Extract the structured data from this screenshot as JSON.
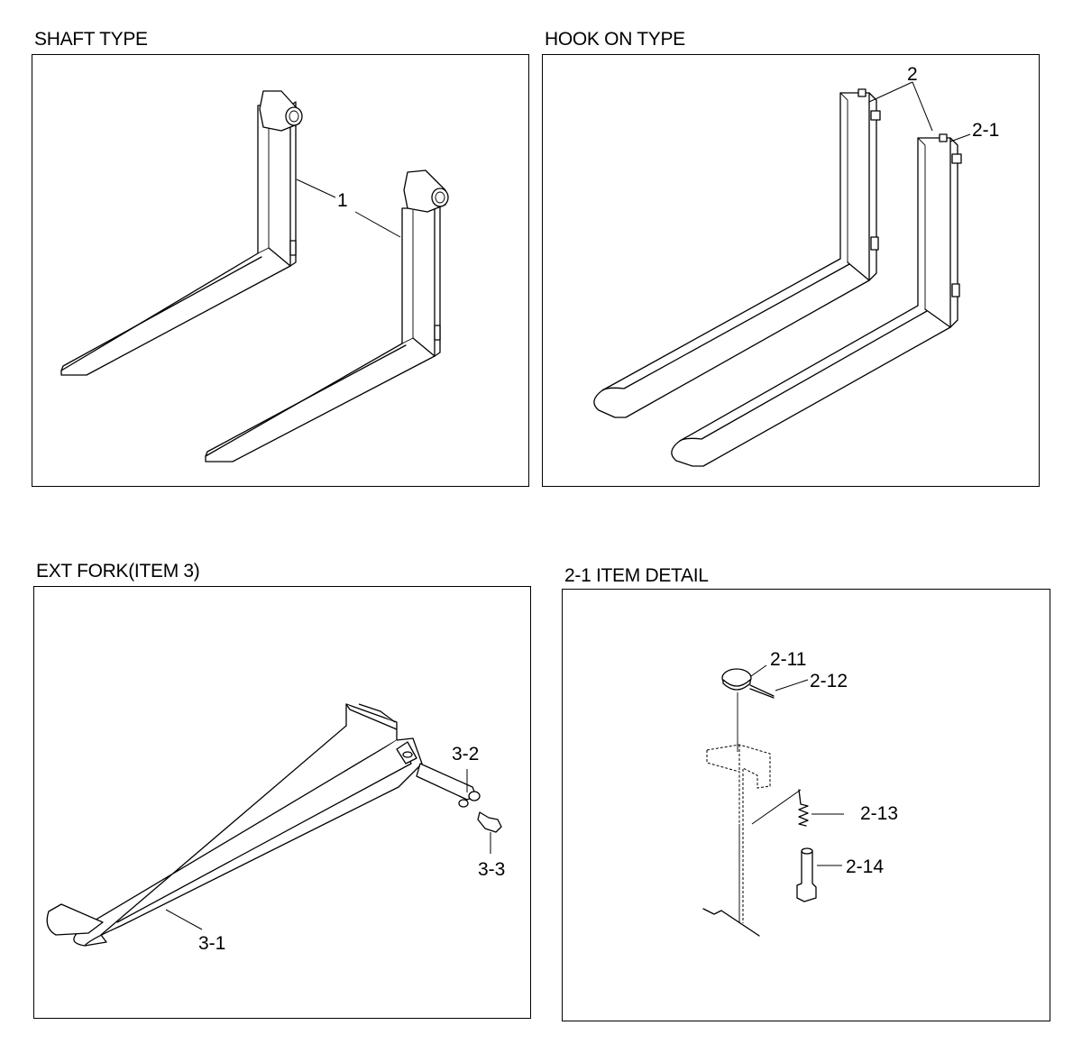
{
  "panels": {
    "shaft_type": {
      "title": "SHAFT TYPE",
      "callouts": {
        "fork": "1"
      }
    },
    "hook_on_type": {
      "title": "HOOK ON TYPE",
      "callouts": {
        "fork": "2",
        "hook": "2-1"
      }
    },
    "ext_fork": {
      "title": "EXT FORK(ITEM 3)",
      "callouts": {
        "body": "3-1",
        "pin": "3-2",
        "bolt": "3-3"
      }
    },
    "item_detail": {
      "title": "2-1 ITEM DETAIL",
      "callouts": {
        "knob": "2-11",
        "split_pin": "2-12",
        "spring": "2-13",
        "lock_pin": "2-14"
      }
    }
  }
}
